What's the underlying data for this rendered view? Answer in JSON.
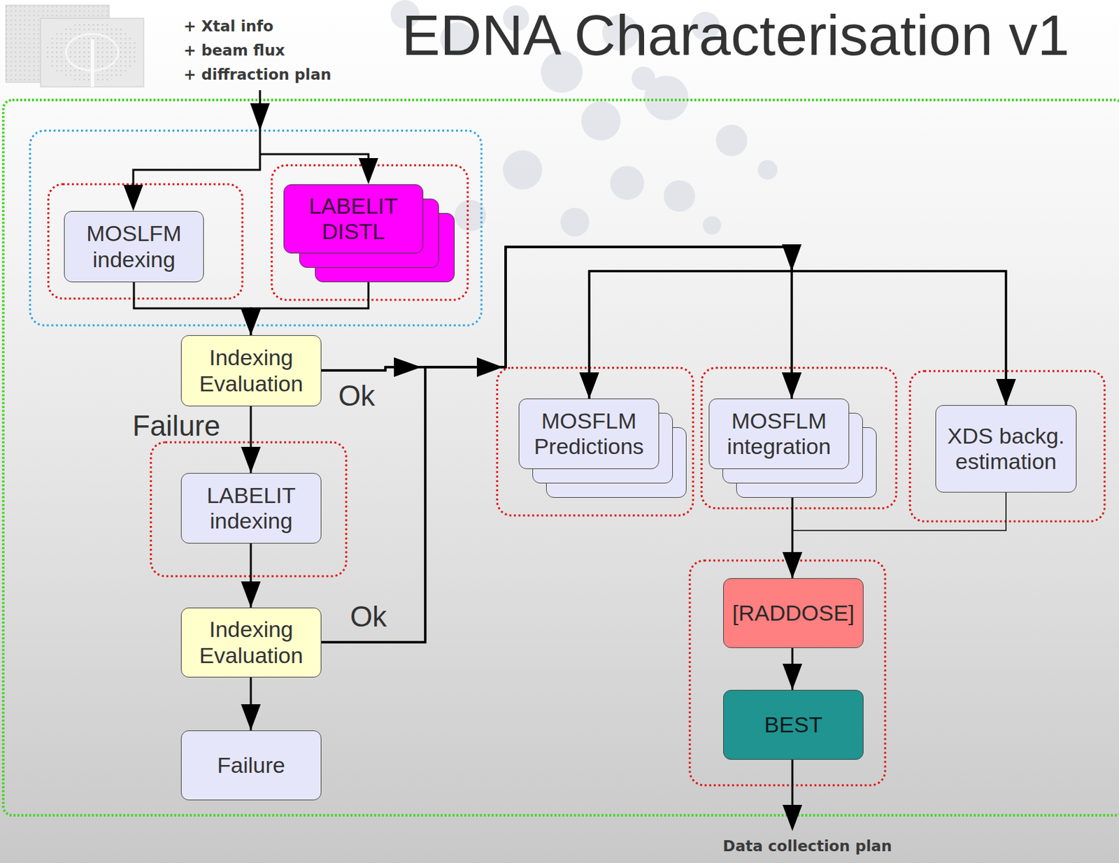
{
  "diagram": {
    "title": "EDNA Characterisation v1",
    "nodes": [
      {
        "text": [
          "MOSLFM indexing"
        ]
      },
      {
        "text": [
          "LABELIT DISTL"
        ]
      },
      {
        "text": [
          "Indexing Evaluation"
        ]
      },
      {
        "text": [
          "LABELIT indexing"
        ]
      },
      {
        "text": [
          "Indexing Evaluation"
        ]
      },
      {
        "text": [
          "Failure"
        ]
      },
      {
        "text": [
          "MOSFLM Predictions"
        ]
      },
      {
        "text": [
          "MOSFLM integration"
        ]
      },
      {
        "text": [
          "XDS backg. estimation"
        ]
      },
      {
        "text": [
          "[RADDOSE]"
        ]
      },
      {
        "text": [
          "BEST"
        ]
      }
    ],
    "edges": [
      {
        "from": 0,
        "to": 2,
        "arrow": "to"
      },
      {
        "from": 1,
        "to": 2,
        "arrow": "to"
      },
      {
        "from": 2,
        "to": 3,
        "label": "Failure",
        "arrow": "to"
      },
      {
        "from": 2,
        "to": 6,
        "label": "Ok",
        "arrow": "to"
      },
      {
        "from": 2,
        "to": 7,
        "arrow": "to"
      },
      {
        "from": 2,
        "to": 8,
        "arrow": "to"
      },
      {
        "from": 3,
        "to": 4,
        "arrow": "to"
      },
      {
        "from": 4,
        "to": 5,
        "arrow": "to"
      },
      {
        "from": 4,
        "to": 6,
        "label": "Ok",
        "arrow": "to"
      },
      {
        "from": 4,
        "to": 7,
        "arrow": "to"
      },
      {
        "from": 4,
        "to": 8,
        "arrow": "to"
      },
      {
        "from": 7,
        "to": 9,
        "arrow": "to"
      },
      {
        "from": 8,
        "to": 9,
        "arrow": "to"
      },
      {
        "from": 9,
        "to": 10,
        "arrow": "to"
      }
    ],
    "labels": [
      "+ Xtal info",
      "+ beam flux",
      "+ diffraction plan",
      "Data collection plan"
    ]
  }
}
